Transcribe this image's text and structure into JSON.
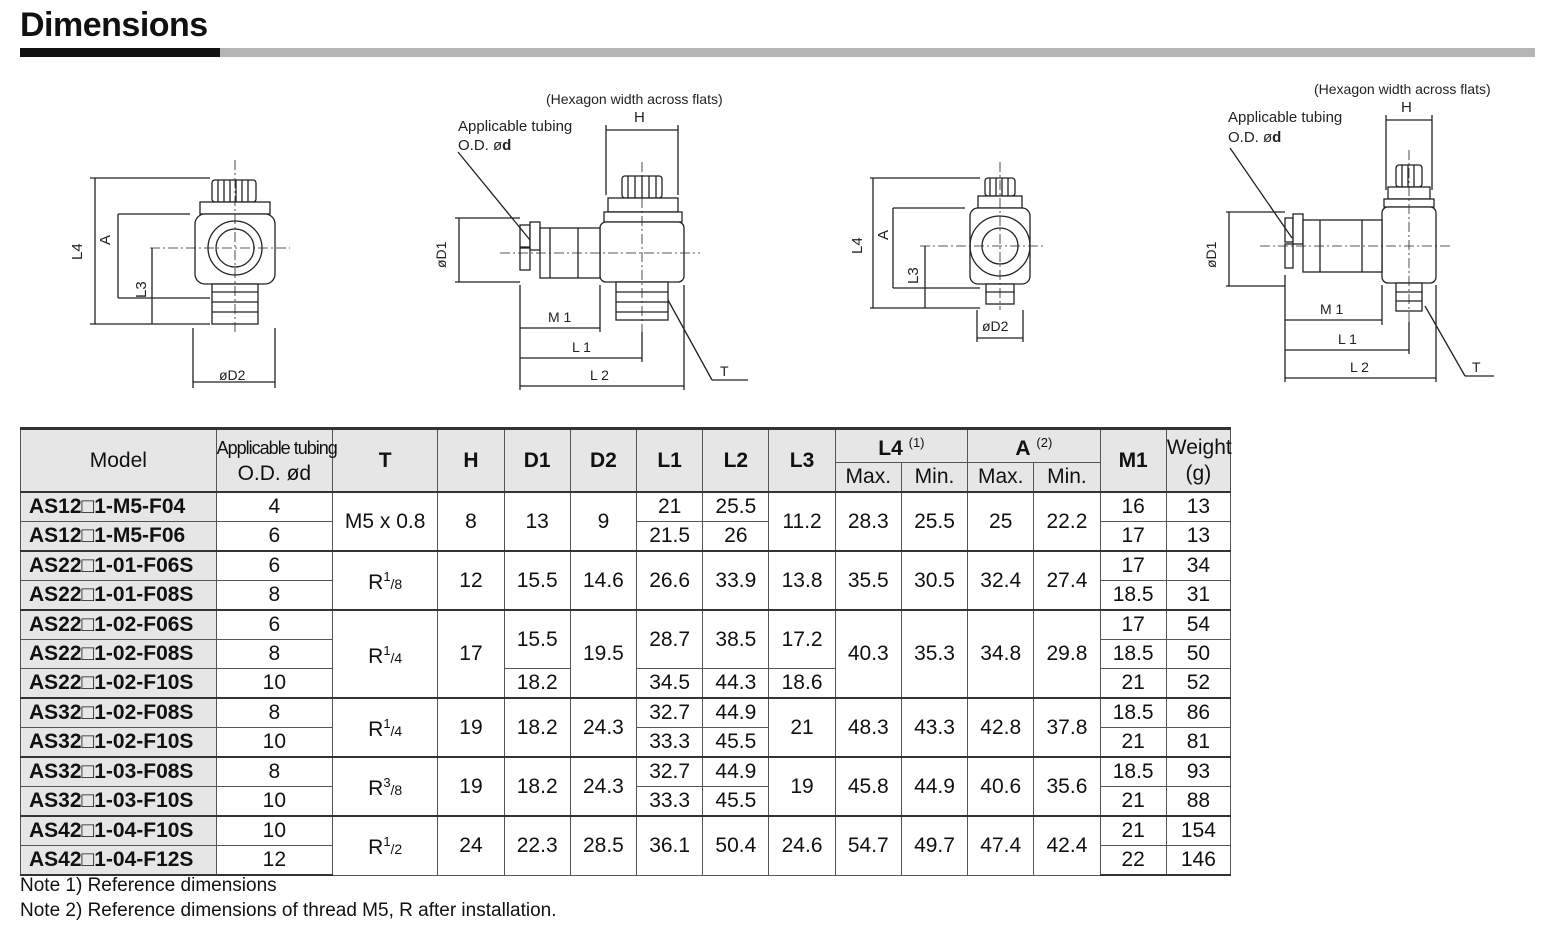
{
  "page": {
    "title": "Dimensions"
  },
  "diagrams": {
    "hex_note": "(Hexagon width across flats)",
    "tubing_line1": "Applicable tubing",
    "tubing_line2_prefix": "O.D. ø",
    "tubing_line2_bold": "d",
    "L4": "L4",
    "A": "A",
    "L3": "L3",
    "D2": "øD2",
    "D1": "øD1",
    "H": "H",
    "M1": "M 1",
    "L1": "L 1",
    "L2": "L 2",
    "T": "T"
  },
  "table": {
    "headers": {
      "model": "Model",
      "tubing_line1": "Applicable tubing",
      "tubing_line2": "O.D. ød",
      "T": "T",
      "H": "H",
      "D1": "D1",
      "D2": "D2",
      "L1": "L1",
      "L2": "L2",
      "L3": "L3",
      "L4": "L4",
      "L4_note": "(1)",
      "A": "A",
      "A_note": "(2)",
      "max": "Max.",
      "min": "Min.",
      "M1": "M1",
      "weight_line1": "Weight",
      "weight_line2": "(g)"
    },
    "rows": [
      {
        "model": "AS12□1-M5-F04",
        "od": "4",
        "T": "M5 x 0.8",
        "H": "8",
        "D1": "13",
        "D2": "9",
        "L1": "21",
        "L2": "25.5",
        "L3": "11.2",
        "L4max": "28.3",
        "L4min": "25.5",
        "Amax": "25",
        "Amin": "22.2",
        "M1": "16",
        "W": "13"
      },
      {
        "model": "AS12□1-M5-F06",
        "od": "6",
        "L1": "21.5",
        "L2": "26",
        "M1": "17",
        "W": "13"
      },
      {
        "model": "AS22□1-01-F06S",
        "od": "6",
        "T_base": "R",
        "T_num": "1",
        "T_den": "/8",
        "H": "12",
        "D1": "15.5",
        "D2": "14.6",
        "L1": "26.6",
        "L2": "33.9",
        "L3": "13.8",
        "L4max": "35.5",
        "L4min": "30.5",
        "Amax": "32.4",
        "Amin": "27.4",
        "M1": "17",
        "W": "34"
      },
      {
        "model": "AS22□1-01-F08S",
        "od": "8",
        "M1": "18.5",
        "W": "31"
      },
      {
        "model": "AS22□1-02-F06S",
        "od": "6",
        "T_base": "R",
        "T_num": "1",
        "T_den": "/4",
        "H": "17",
        "D1": "15.5",
        "D2": "19.5",
        "L1": "28.7",
        "L2": "38.5",
        "L3": "17.2",
        "L4max": "40.3",
        "L4min": "35.3",
        "Amax": "34.8",
        "Amin": "29.8",
        "M1": "17",
        "W": "54"
      },
      {
        "model": "AS22□1-02-F08S",
        "od": "8",
        "M1": "18.5",
        "W": "50"
      },
      {
        "model": "AS22□1-02-F10S",
        "od": "10",
        "D1": "18.2",
        "L1": "34.5",
        "L2": "44.3",
        "L3": "18.6",
        "M1": "21",
        "W": "52"
      },
      {
        "model": "AS32□1-02-F08S",
        "od": "8",
        "T_base": "R",
        "T_num": "1",
        "T_den": "/4",
        "H": "19",
        "D1": "18.2",
        "D2": "24.3",
        "L1": "32.7",
        "L2": "44.9",
        "L3": "21",
        "L4max": "48.3",
        "L4min": "43.3",
        "Amax": "42.8",
        "Amin": "37.8",
        "M1": "18.5",
        "W": "86"
      },
      {
        "model": "AS32□1-02-F10S",
        "od": "10",
        "L1": "33.3",
        "L2": "45.5",
        "M1": "21",
        "W": "81"
      },
      {
        "model": "AS32□1-03-F08S",
        "od": "8",
        "T_base": "R",
        "T_num": "3",
        "T_den": "/8",
        "H": "19",
        "D1": "18.2",
        "D2": "24.3",
        "L1": "32.7",
        "L2": "44.9",
        "L3": "19",
        "L4max": "45.8",
        "L4min": "44.9",
        "Amax": "40.6",
        "Amin": "35.6",
        "M1": "18.5",
        "W": "93"
      },
      {
        "model": "AS32□1-03-F10S",
        "od": "10",
        "L1": "33.3",
        "L2": "45.5",
        "M1": "21",
        "W": "88"
      },
      {
        "model": "AS42□1-04-F10S",
        "od": "10",
        "T_base": "R",
        "T_num": "1",
        "T_den": "/2",
        "H": "24",
        "D1": "22.3",
        "D2": "28.5",
        "L1": "36.1",
        "L2": "50.4",
        "L3": "24.6",
        "L4max": "54.7",
        "L4min": "49.7",
        "Amax": "47.4",
        "Amin": "42.4",
        "M1": "21",
        "W": "154"
      },
      {
        "model": "AS42□1-04-F12S",
        "od": "12",
        "M1": "22",
        "W": "146"
      }
    ]
  },
  "notes": {
    "note1": "Note 1) Reference dimensions",
    "note2": "Note 2) Reference dimensions of thread M5,  R after installation."
  }
}
